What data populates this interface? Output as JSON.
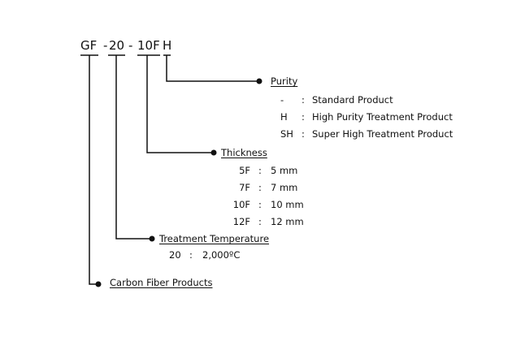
{
  "code_parts": {
    "gf": "GF",
    "sep1": "-",
    "temp": "20",
    "sep2": "-",
    "thick": "10F",
    "purity": "H"
  },
  "purity": {
    "label": "Purity",
    "items": [
      {
        "code": "-",
        "sep": ":",
        "desc": "Standard Product"
      },
      {
        "code": "H",
        "sep": ":",
        "desc": "High Purity Treatment Product"
      },
      {
        "code": "SH",
        "sep": ":",
        "desc": "Super High Treatment Product"
      }
    ]
  },
  "thickness": {
    "label": "Thickness",
    "items": [
      {
        "code": "5F",
        "sep": ":",
        "desc": "5 mm"
      },
      {
        "code": "7F",
        "sep": ":",
        "desc": "7 mm"
      },
      {
        "code": "10F",
        "sep": ":",
        "desc": "10 mm"
      },
      {
        "code": "12F",
        "sep": ":",
        "desc": "12 mm"
      }
    ]
  },
  "temperature": {
    "label": "Treatment Temperature",
    "items": [
      {
        "code": "20",
        "sep": ":",
        "desc": "2,000ºC"
      }
    ]
  },
  "product": {
    "label": "Carbon Fiber Products"
  }
}
